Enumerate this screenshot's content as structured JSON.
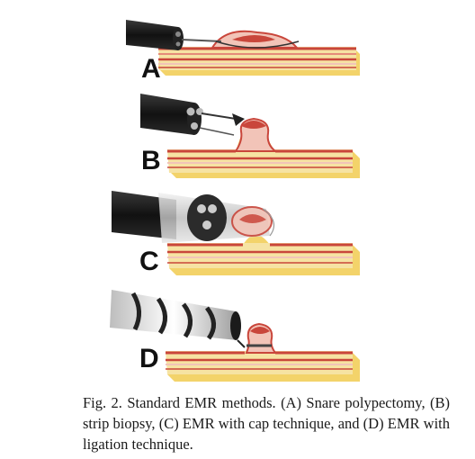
{
  "panels": [
    {
      "letter": "A",
      "technique": "Snare polypectomy"
    },
    {
      "letter": "B",
      "technique": "strip biopsy"
    },
    {
      "letter": "C",
      "technique": "EMR with cap technique"
    },
    {
      "letter": "D",
      "technique": "EMR with ligation technique"
    }
  ],
  "caption": {
    "label": "Fig. 2.",
    "text": "Standard EMR methods. (A) Snare polypectomy, (B) strip biopsy, (C) EMR with cap technique, and (D) EMR with ligation technique."
  },
  "colors": {
    "tissue_red": "#c9463b",
    "tissue_pink": "#f2c4b8",
    "fat_yellow": "#f3d36a",
    "scope_black": "#1b1b1b",
    "cap_gray": "#d9d9d9"
  }
}
